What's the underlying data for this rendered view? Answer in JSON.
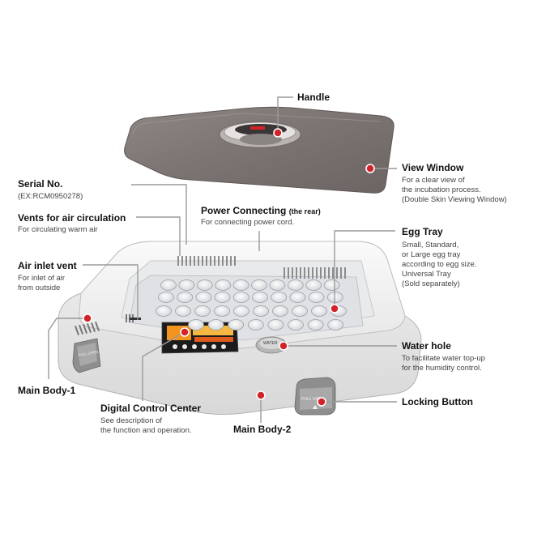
{
  "callouts": {
    "handle": {
      "title": "Handle"
    },
    "view_window": {
      "title": "View Window",
      "desc": "For a clear view of\nthe incubation process.\n(Double Skin Viewing Window)"
    },
    "serial_no": {
      "title": "Serial No.",
      "desc": "(EX:RCM0950278)"
    },
    "power_connecting": {
      "title": "Power Connecting",
      "title_suffix": "(the rear)",
      "desc": "For connecting power cord."
    },
    "vents": {
      "title": "Vents for air circulation",
      "desc": "For circulating warm air"
    },
    "egg_tray": {
      "title": "Egg Tray",
      "desc": "Small, Standard,\nor Large egg tray\naccording to egg size.\nUniversal Tray\n(Sold separately)"
    },
    "air_inlet": {
      "title": "Air inlet vent",
      "desc": "For inlet of air\nfrom outside"
    },
    "water_hole": {
      "title": "Water hole",
      "desc": "To facilitate water top-up\nfor the humidity control."
    },
    "main_body_1": {
      "title": "Main Body-1"
    },
    "locking_button": {
      "title": "Locking Button"
    },
    "digital_control": {
      "title": "Digital Control Center",
      "desc": "See description of\nthe function and operation."
    },
    "main_body_2": {
      "title": "Main Body-2"
    }
  },
  "device_labels": {
    "water": "WATER",
    "pull_open_left": "PULL OPEN",
    "pull_open_right": "PULL OPEN"
  },
  "colors": {
    "marker": "#d2232a",
    "leader": "#9a9a9a",
    "lid": "#7c7472",
    "body": "#f4f4f4"
  }
}
